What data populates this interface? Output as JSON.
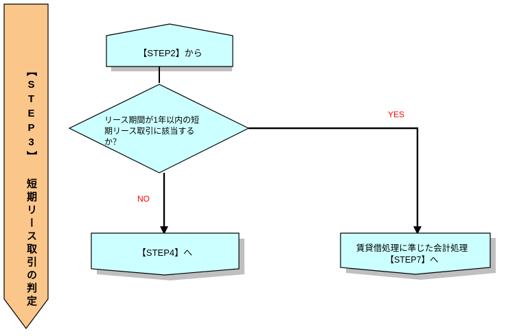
{
  "diagram": {
    "type": "flowchart",
    "title_banner": {
      "text": "【STEP3】 短期リース取引の判定",
      "orientation": "vertical",
      "fill_color": "#fbc68a",
      "border_color": "#000000",
      "shape": "down-arrow"
    },
    "nodes": [
      {
        "id": "from-step2",
        "shape": "pentagon-up",
        "label": "【STEP2】から",
        "fill_color": "#ccffff",
        "border_color": "#000000"
      },
      {
        "id": "decision-short-lease",
        "shape": "diamond",
        "label": "リース期間が1年以内の短\n期リース取引に該当する\nか？",
        "fill_color": "#ccffff",
        "border_color": "#000000"
      },
      {
        "id": "to-step4",
        "shape": "pentagon-down",
        "label": "【STEP4】へ",
        "fill_color": "#ccffff",
        "border_color": "#000000"
      },
      {
        "id": "to-step7",
        "shape": "pentagon-down",
        "label": "賃貸借処理に準じた会計処理\n【STEP7】へ",
        "fill_color": "#ccffff",
        "border_color": "#000000"
      }
    ],
    "edges": [
      {
        "id": "edge-no",
        "from": "decision-short-lease",
        "to": "to-step4",
        "label": "NO",
        "label_color": "#ff0000",
        "line_color": "#000000"
      },
      {
        "id": "edge-yes",
        "from": "decision-short-lease",
        "to": "to-step7",
        "label": "YES",
        "label_color": "#ff0000",
        "line_color": "#000000"
      }
    ],
    "colors": {
      "node_fill": "#ccffff",
      "banner_fill": "#fbc68a",
      "stroke": "#000000",
      "shadow": "#a6a6a6",
      "branch_text": "#ff0000",
      "background": "#ffffff"
    }
  }
}
